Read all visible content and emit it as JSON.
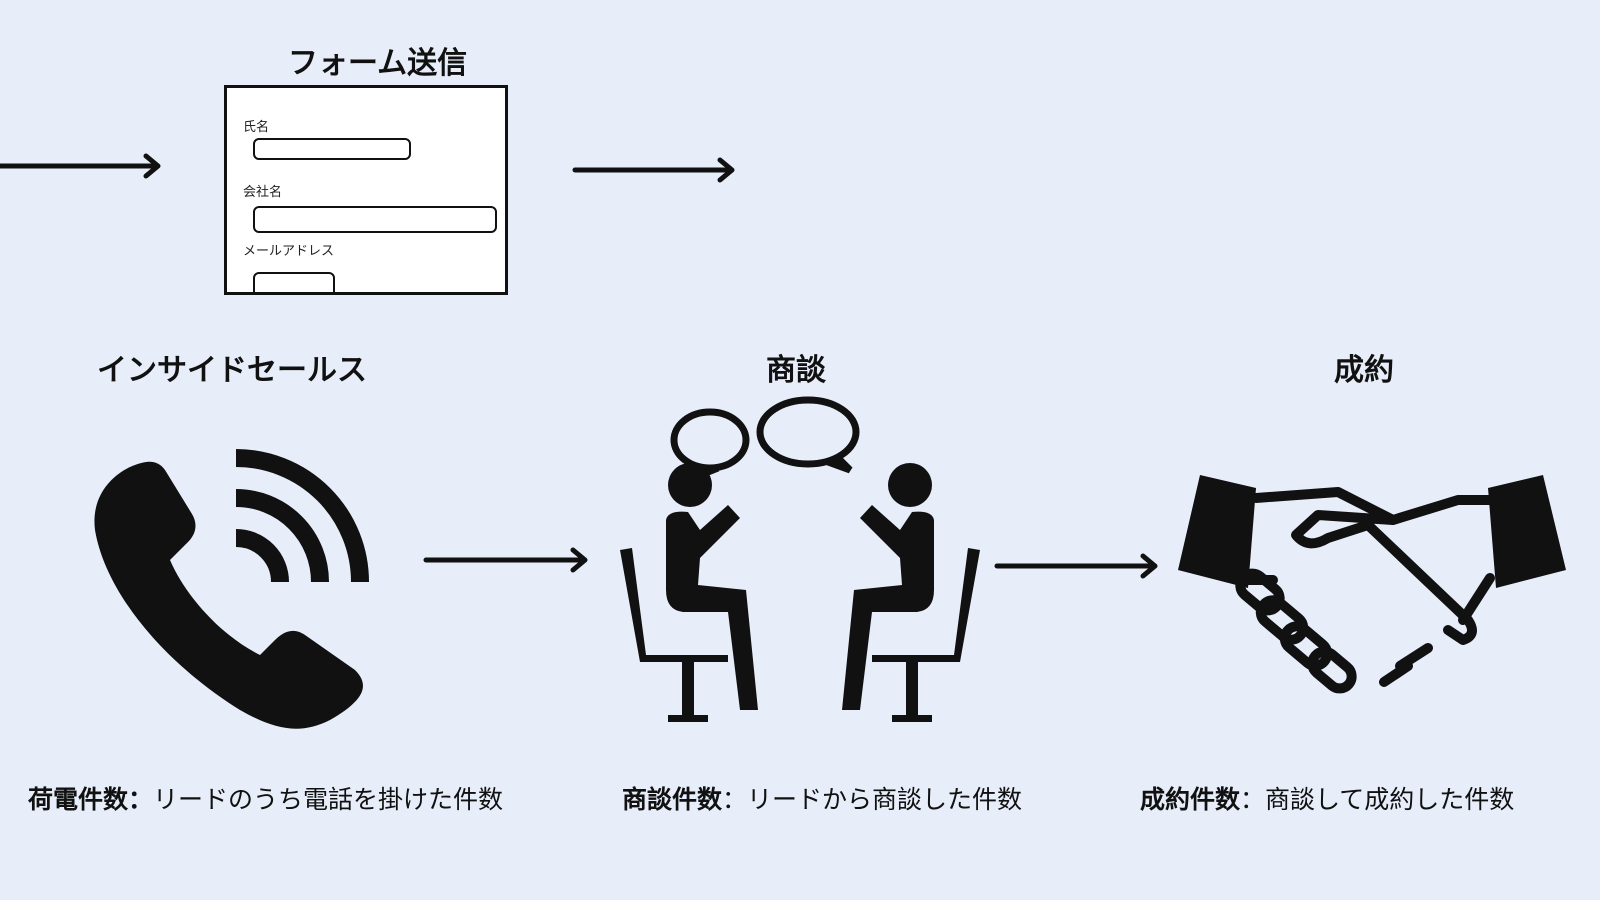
{
  "form": {
    "title": "フォーム送信",
    "fields": [
      {
        "label": "氏名"
      },
      {
        "label": "会社名"
      },
      {
        "label": "メールアドレス"
      }
    ]
  },
  "stages": [
    {
      "title": "インサイドセールス",
      "icon": "phone-icon",
      "caption_bold": "荷電件数：",
      "caption_text": "リードのうち電話を掛けた件数"
    },
    {
      "title": "商談",
      "icon": "meeting-icon",
      "caption_bold": "商談件数",
      "caption_text": "：リードから商談した件数"
    },
    {
      "title": "成約",
      "icon": "handshake-icon",
      "caption_bold": "成約件数",
      "caption_text": "：商談して成約した件数"
    }
  ],
  "colors": {
    "background": "#e7eefa",
    "ink": "#111111"
  }
}
